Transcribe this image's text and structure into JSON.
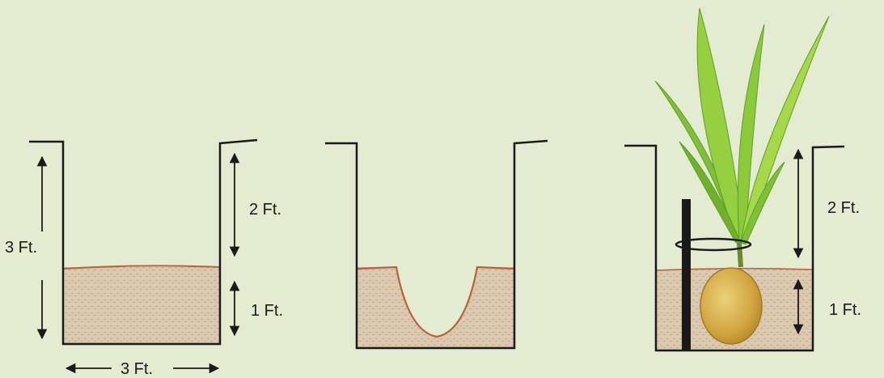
{
  "colors": {
    "background": "#e3ebd0",
    "soil": "#d9c9b0",
    "soil_edge": "#b5643a",
    "line": "#1a1a1a",
    "leaf": "#8fca3a",
    "leaf_dark": "#5f9e25",
    "coconut": "#d9b24a",
    "stake": "#1a1a1a"
  },
  "labels": {
    "pit1_total_depth": "3 Ft.",
    "pit1_upper_depth": "2 Ft.",
    "pit1_lower_depth": "1 Ft.",
    "pit1_width": "3 Ft.",
    "pit3_upper_depth": "2 Ft.",
    "pit3_lower_depth": "1 Ft."
  }
}
